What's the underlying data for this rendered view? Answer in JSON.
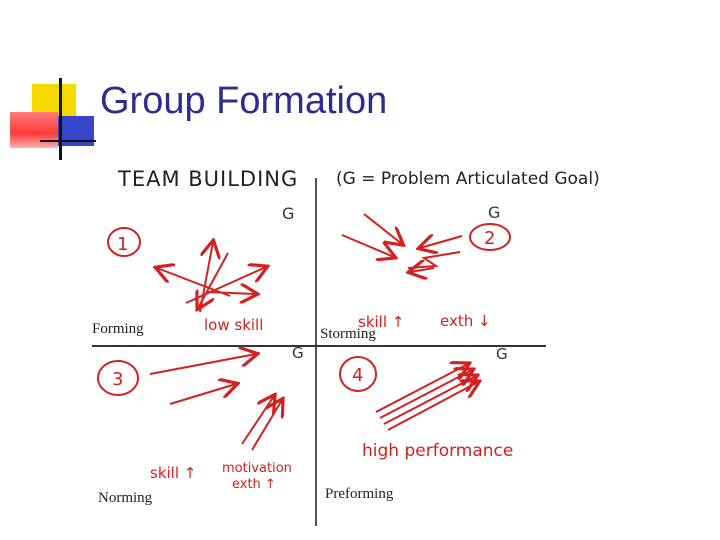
{
  "slide": {
    "title": "Group Formation"
  },
  "diagram": {
    "header_left": "TEAM BUILDING",
    "header_right": "(G = Problem Articulated Goal)",
    "goal_label": "G",
    "quadrants": [
      {
        "number": "1",
        "stage": "Forming",
        "notes": [
          "low skill"
        ]
      },
      {
        "number": "2",
        "stage": "Storming",
        "notes": [
          "skill ↑",
          "exth ↓"
        ]
      },
      {
        "number": "3",
        "stage": "Norming",
        "notes": [
          "skill ↑",
          "motivation",
          "exth ↑"
        ]
      },
      {
        "number": "4",
        "stage": "Preforming",
        "notes": [
          "high performance"
        ]
      }
    ]
  },
  "colors": {
    "title": "#2e2c8c",
    "ink_red": "#d42020",
    "ink_dark": "#222222",
    "deco_yellow": "#f5d800",
    "deco_blue": "#3845c8",
    "deco_red": "#ff3a3a"
  }
}
